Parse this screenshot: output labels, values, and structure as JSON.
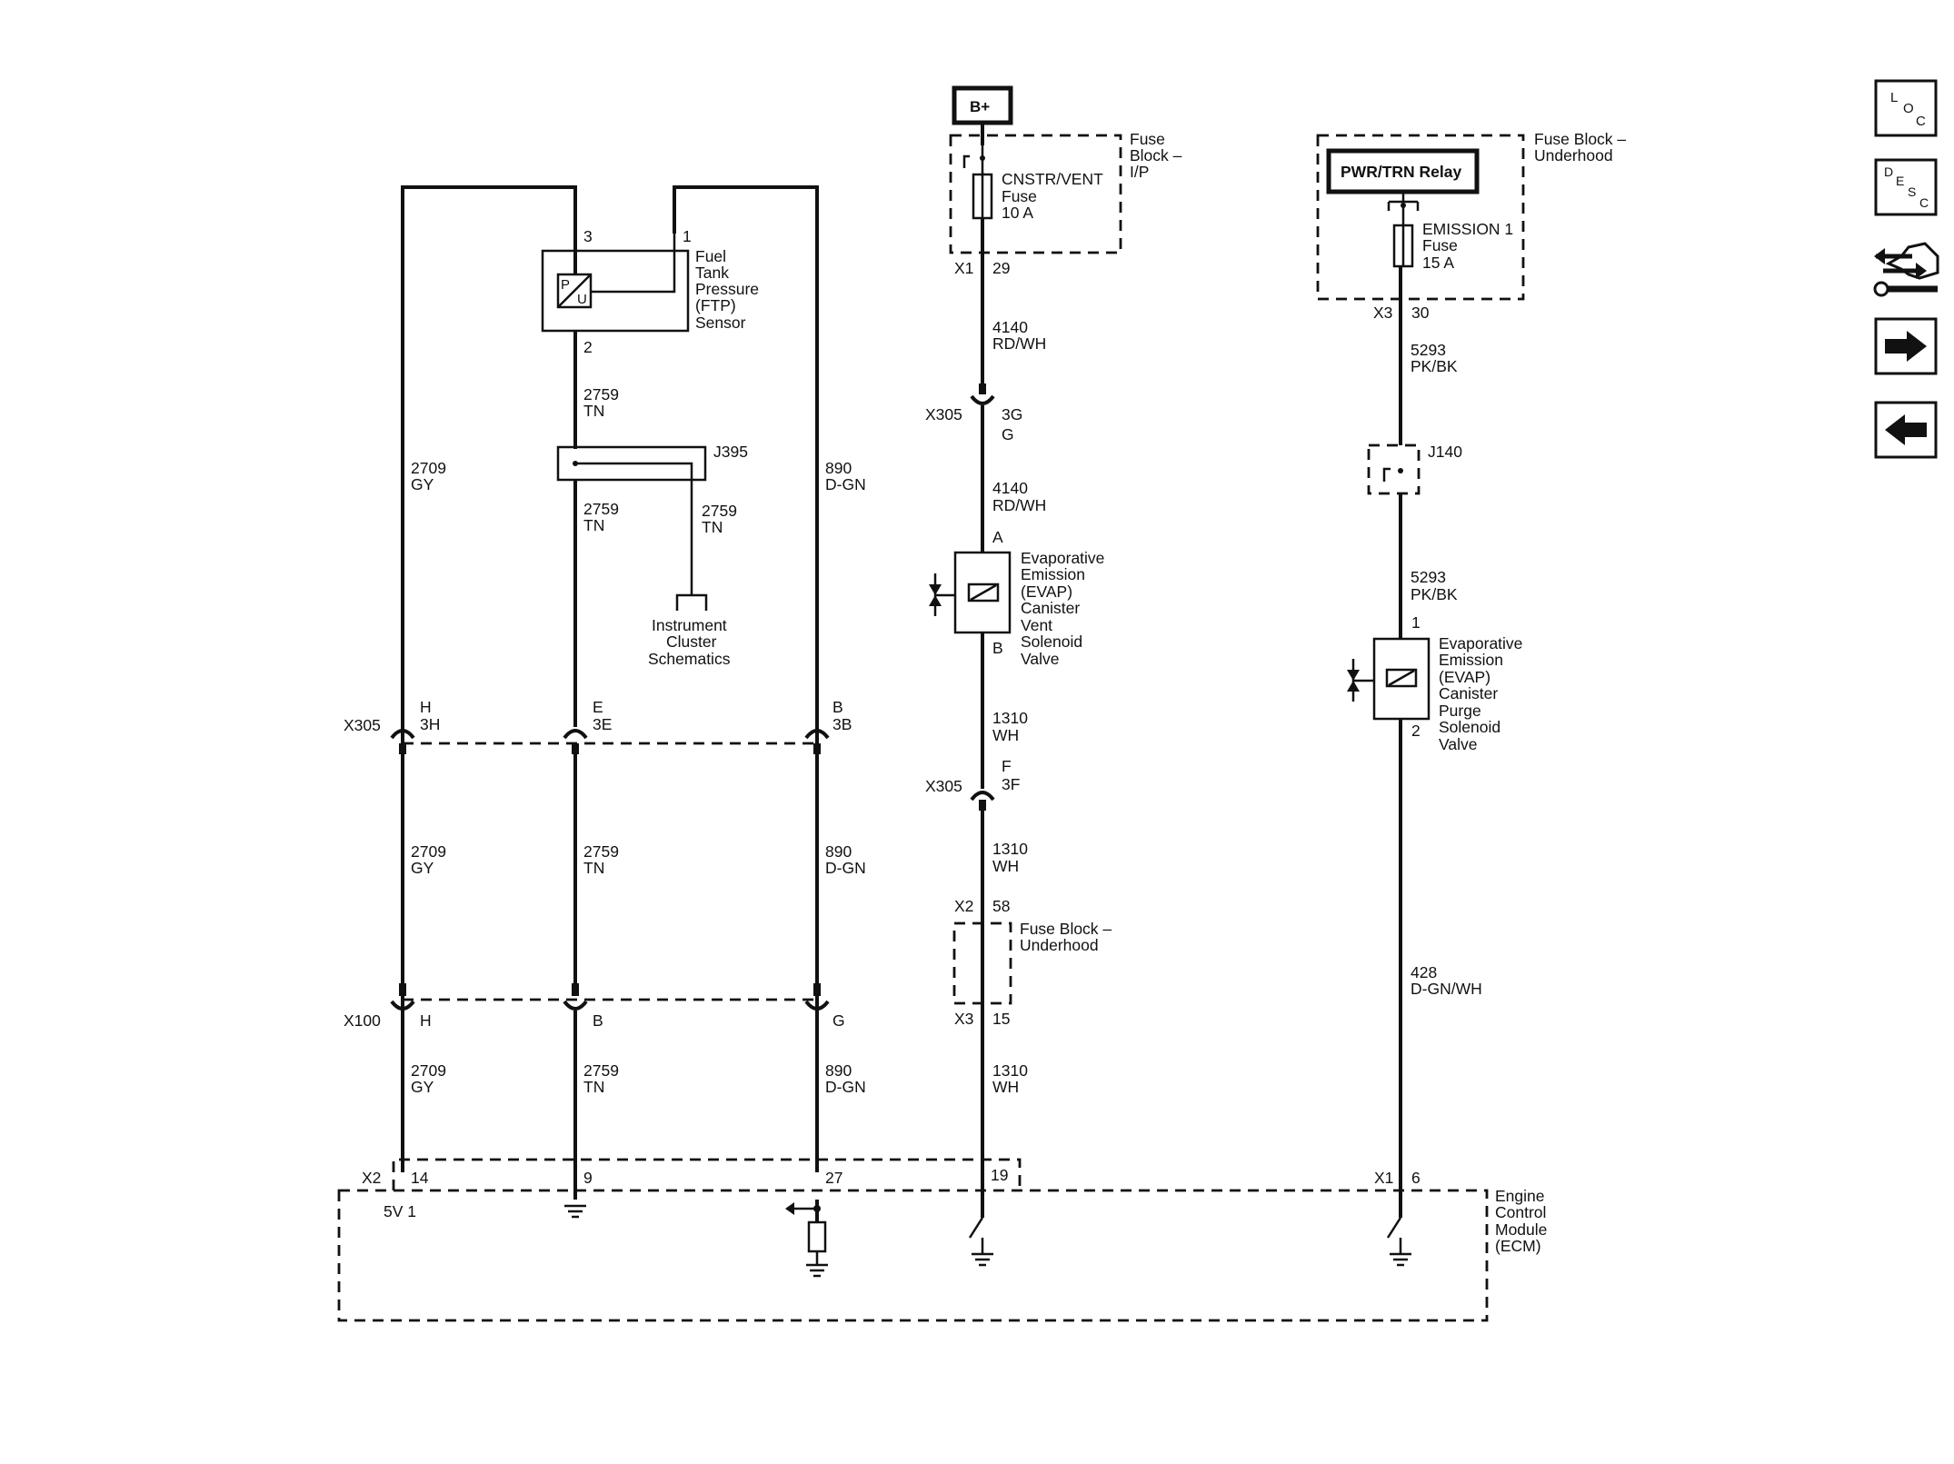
{
  "power": {
    "bplus": "B+"
  },
  "fuse_block_ip": {
    "label": [
      "Fuse",
      "Block –",
      "I/P"
    ],
    "fuse": [
      "CNSTR/VENT",
      "Fuse",
      "10 A"
    ],
    "conn": "X1",
    "pin": "29"
  },
  "fuse_block_uh": {
    "label": [
      "Fuse Block –",
      "Underhood"
    ],
    "relay": "PWR/TRN Relay",
    "fuse": [
      "EMISSION 1",
      "Fuse",
      "15 A"
    ],
    "conn": "X3",
    "pin": "30"
  },
  "ftp_sensor": {
    "label": [
      "Fuel",
      "Tank",
      "Pressure",
      "(FTP)",
      "Sensor"
    ],
    "pin_top": "3",
    "pin_right": "1",
    "pin_bottom": "2",
    "symbol_p": "P",
    "symbol_u": "U"
  },
  "splice_j395": {
    "label": "J395"
  },
  "splice_j140": {
    "label": "J140"
  },
  "instrument_cluster": [
    "Instrument",
    "Cluster",
    "Schematics"
  ],
  "vent_solenoid": {
    "label": [
      "Evaporative",
      "Emission",
      "(EVAP)",
      "Canister",
      "Vent",
      "Solenoid",
      "Valve"
    ],
    "pin_a": "A",
    "pin_b": "B"
  },
  "purge_solenoid": {
    "label": [
      "Evaporative",
      "Emission",
      "(EVAP)",
      "Canister",
      "Purge",
      "Solenoid",
      "Valve"
    ],
    "pin_1": "1",
    "pin_2": "2"
  },
  "fuse_block_uh_mid": {
    "label": [
      "Fuse Block –",
      "Underhood"
    ],
    "conn_top": "X2",
    "pin_top": "58",
    "conn_bot": "X3",
    "pin_bot": "15"
  },
  "wires": {
    "w2759_a": [
      "2759",
      "TN"
    ],
    "w2759_b": [
      "2759",
      "TN"
    ],
    "w2759_c": [
      "2759",
      "TN"
    ],
    "w2709_a": [
      "2709",
      "GY"
    ],
    "w890_a": [
      "890",
      "D-GN"
    ],
    "w2709_b": [
      "2709",
      "GY"
    ],
    "w2759_d": [
      "2759",
      "TN"
    ],
    "w890_b": [
      "890",
      "D-GN"
    ],
    "w2709_c": [
      "2709",
      "GY"
    ],
    "w2759_e": [
      "2759",
      "TN"
    ],
    "w890_c": [
      "890",
      "D-GN"
    ],
    "w4140_a": [
      "4140",
      "RD/WH"
    ],
    "w4140_b": [
      "4140",
      "RD/WH"
    ],
    "w1310_a": [
      "1310",
      "WH"
    ],
    "w1310_b": [
      "1310",
      "WH"
    ],
    "w1310_c": [
      "1310",
      "WH"
    ],
    "w5293_a": [
      "5293",
      "PK/BK"
    ],
    "w5293_b": [
      "5293",
      "PK/BK"
    ],
    "w428": [
      "428",
      "D-GN/WH"
    ]
  },
  "x305_row": {
    "conn": "X305",
    "h": [
      "H",
      "3H"
    ],
    "e": [
      "E",
      "3E"
    ],
    "b": [
      "B",
      "3B"
    ]
  },
  "x305_vent": {
    "conn": "X305",
    "pin": [
      "3G",
      "G"
    ]
  },
  "x305_f": {
    "conn": "X305",
    "pin": [
      "F",
      "3F"
    ]
  },
  "x100_row": {
    "conn": "X100",
    "h": "H",
    "b": "B",
    "g": "G"
  },
  "ecm": {
    "label": [
      "Engine",
      "Control",
      "Module",
      "(ECM)"
    ],
    "x2": "X2",
    "pin14": "14",
    "pin9": "9",
    "pin27": "27",
    "pin19": "19",
    "v5": "5V 1",
    "x1": "X1",
    "pin6": "6"
  },
  "nav": [
    {
      "name": "loc",
      "letters": [
        "L",
        "O",
        "C"
      ]
    },
    {
      "name": "desc",
      "letters": [
        "D",
        "E",
        "S",
        "C"
      ]
    },
    {
      "name": "troubleshoot-icon"
    },
    {
      "name": "next-arrow-icon"
    },
    {
      "name": "back-arrow-icon"
    }
  ]
}
